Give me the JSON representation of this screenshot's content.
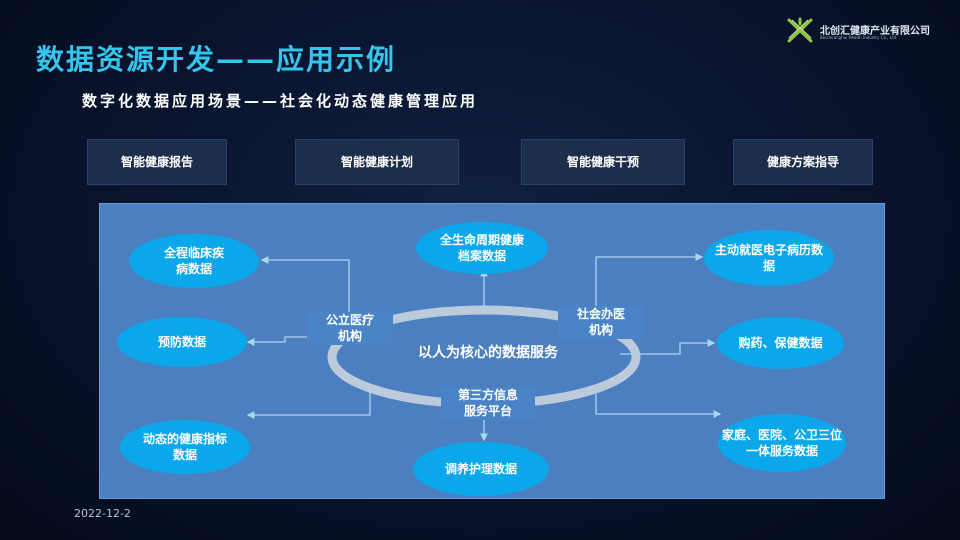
{
  "header": {
    "title": "数据资源开发——应用示例",
    "subtitle": "数字化数据应用场景——社会化动态健康管理应用"
  },
  "brand": {
    "company_cn": "北创汇健康产业有限公司",
    "company_en": "Beichuanghui Health Industry Co., Ltd"
  },
  "tabs": [
    {
      "label": "智能健康报告"
    },
    {
      "label": "智能健康计划"
    },
    {
      "label": "智能健康干预"
    },
    {
      "label": "健康方案指导"
    }
  ],
  "diagram": {
    "center": "以人为核心的数据服务",
    "orgs": {
      "public": "公立医疗\n机构",
      "social": "社会办医\n机构",
      "third": "第三方信息\n服务平台"
    },
    "nodes": {
      "clinical": "全程临床疾\n病数据",
      "lifecycle": "全生命周期健康\n档案数据",
      "emr": "主动就医电子病历数\n据",
      "prevention": "预防数据",
      "pharmacy": "购药、保健数据",
      "dynamic": "动态的健康指标\n数据",
      "care": "调养护理数据",
      "integrated": "家庭、医院、公卫三位\n一体服务数据"
    }
  },
  "footer": {
    "date": "2022-12-2"
  },
  "colors": {
    "title": "#35c4ec",
    "panel": "#4c7fbf",
    "node": "#0aa8ea",
    "tab": "#1d2e4a",
    "connector": "#a9d8ef"
  }
}
